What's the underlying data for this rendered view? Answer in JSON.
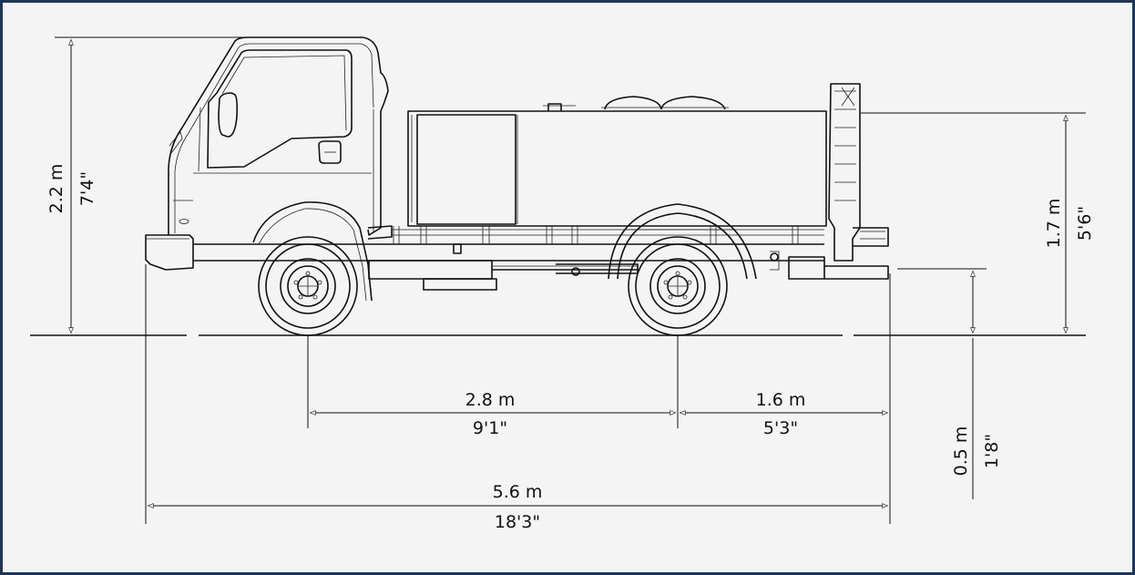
{
  "diagram": {
    "colors": {
      "frame": "#1f3557",
      "background": "#f4f4f4",
      "line": "#111111"
    },
    "dimensions": {
      "overall_height": {
        "metric": "2.2 m",
        "imperial": "7'4\""
      },
      "tank_height": {
        "metric": "1.7 m",
        "imperial": "5'6\""
      },
      "rear_ground_clearance": {
        "metric": "0.5 m",
        "imperial": "1'8\""
      },
      "wheelbase": {
        "metric": "2.8 m",
        "imperial": "9'1\""
      },
      "rear_overhang": {
        "metric": "1.6 m",
        "imperial": "5'3\""
      },
      "overall_length": {
        "metric": "5.6 m",
        "imperial": "18'3\""
      }
    }
  }
}
